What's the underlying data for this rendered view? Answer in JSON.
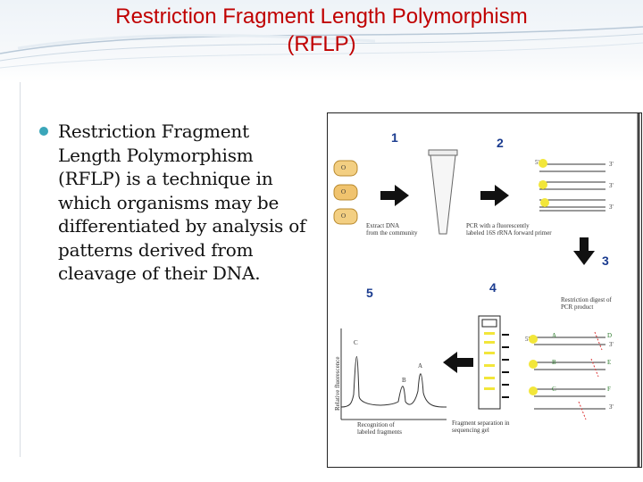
{
  "slide": {
    "title_line1": "Restriction Fragment Length Polymorphism",
    "title_line2": "(RFLP)",
    "bullet": "Restriction Fragment Length Polymorphism (RFLP) is a technique in which organisms may be differentiated by analysis of patterns derived from cleavage of their DNA.",
    "colors": {
      "title": "#c00000",
      "bullet": "#3aa6b9",
      "arrows": "#111111",
      "step_numbers": "#1a3b8f"
    }
  },
  "figure": {
    "steps": [
      "1",
      "2",
      "3",
      "4",
      "5"
    ],
    "captions": {
      "extract_1": "Extract DNA",
      "extract_2": "from the community",
      "pcr_1": "PCR with a fluorescently",
      "pcr_2": "labeled 16S rRNA forward primer",
      "digest_1": "Restriction digest of",
      "digest_2": "PCR product",
      "separation_1": "Fragment separation in",
      "separation_2": "sequencing gel",
      "recognition_1": "Recognition of",
      "recognition_2": "labeled fragments",
      "y_axis": "Relative fluorescence"
    },
    "fragment_labels": [
      "A",
      "B",
      "C",
      "D",
      "E",
      "F"
    ],
    "peak_labels": [
      "C",
      "B",
      "A"
    ],
    "end_labels": {
      "five_prime": "5'",
      "three_prime": "3'"
    },
    "cell_label": "O"
  }
}
